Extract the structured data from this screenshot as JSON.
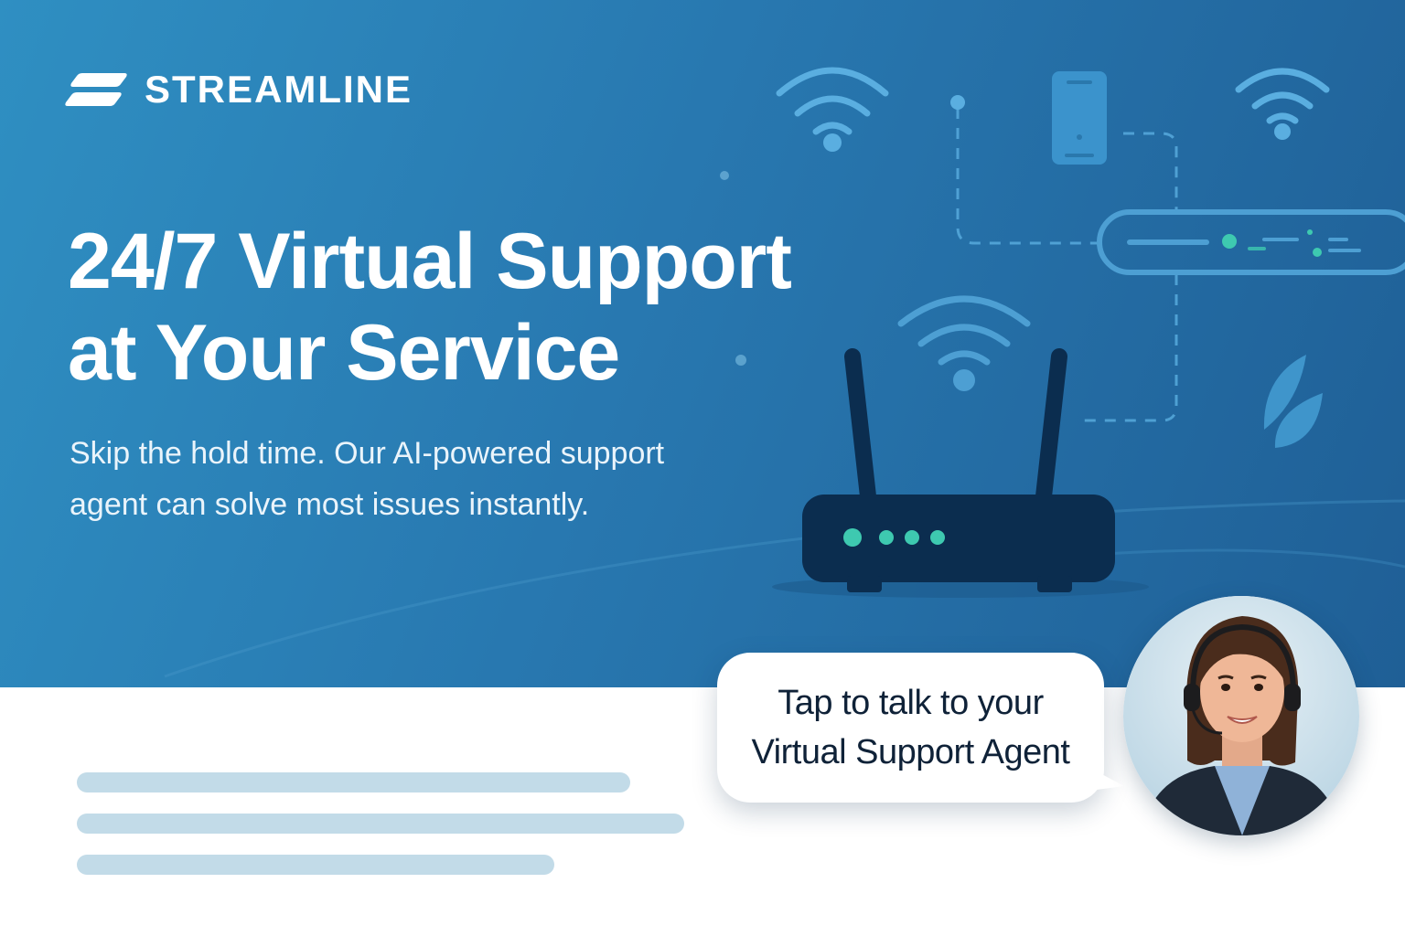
{
  "brand": {
    "name": "STREAMLINE",
    "logo_icon": "streamline-logo-icon"
  },
  "hero": {
    "headline_line1": "24/7 Virtual Support",
    "headline_line2": "at Your Service",
    "subtext_line1": "Skip the hold time. Our AI-powered support",
    "subtext_line2": "agent can solve most issues instantly."
  },
  "agent": {
    "cta_line1": "Tap to talk to your",
    "cta_line2": "Virtual Support Agent",
    "avatar_icon": "support-agent-avatar-icon"
  },
  "icons": [
    "wifi-icon",
    "smartphone-icon",
    "router-icon",
    "modem-icon",
    "leaf-icon"
  ],
  "colors": {
    "hero_start": "#2f8fc2",
    "hero_end": "#1f5f96",
    "router_body": "#0b2d4f",
    "router_led": "#3ec9b0",
    "text_dark": "#0f2238",
    "placeholder_line": "#c2dbe8"
  }
}
